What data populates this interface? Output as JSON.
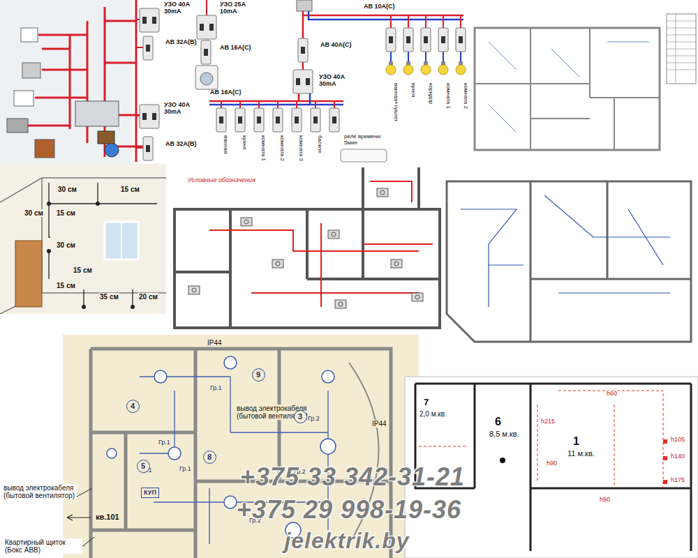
{
  "diagram": {
    "nodes": [
      {
        "text": [
          "9"
        ]
      },
      {
        "text": [
          "4"
        ]
      },
      {
        "text": [
          "3"
        ]
      },
      {
        "text": [
          "8"
        ]
      },
      {
        "text": [
          "5"
        ]
      },
      {
        "text": [
          "КУП"
        ]
      }
    ],
    "labels": [
      "УЗО 40А 30mA",
      "АВ 32А(В)",
      "УЗО 25А 10mA",
      "АВ 16А(С)",
      "АВ 10А(С)",
      "АВ 40А(С)",
      "УЗО 40А 30mA",
      "АВ 16А(С)",
      "УЗО 40А 30mA",
      "АВ 32А(В)",
      "ванная",
      "кухня",
      "комната 1",
      "комната 2",
      "комната 3",
      "балкон",
      "реле времени 5мин",
      "ванная+туалет",
      "кухня",
      "коридор",
      "комната 1",
      "комната 2",
      "30 см",
      "15 см",
      "30 см",
      "15 см",
      "30 см",
      "15 см",
      "15 см",
      "35 см",
      "20 см",
      "Условные обозначения",
      "IP44",
      "вывод электрокабеля (бытовой вентилятор)",
      "IP44",
      "вывод электрокабеля (бытовой вентилятор)",
      "кв.101",
      "Квартирный щиток (Бокс АВВ)",
      "Гр.1",
      "Гр.2",
      "Гр.1",
      "Гр.1",
      "Гр.1",
      "Гр.2",
      "Гр.2",
      "7",
      "2,0 м.кв.",
      "6",
      "8,5 м.кв.",
      "1",
      "11 м.кв.",
      "h60",
      "h215",
      "h105",
      "h140",
      "h175",
      "h90",
      "h90",
      "+375 33 342-31-21",
      "+375 29 998-19-36",
      "jelektrik.by"
    ]
  }
}
